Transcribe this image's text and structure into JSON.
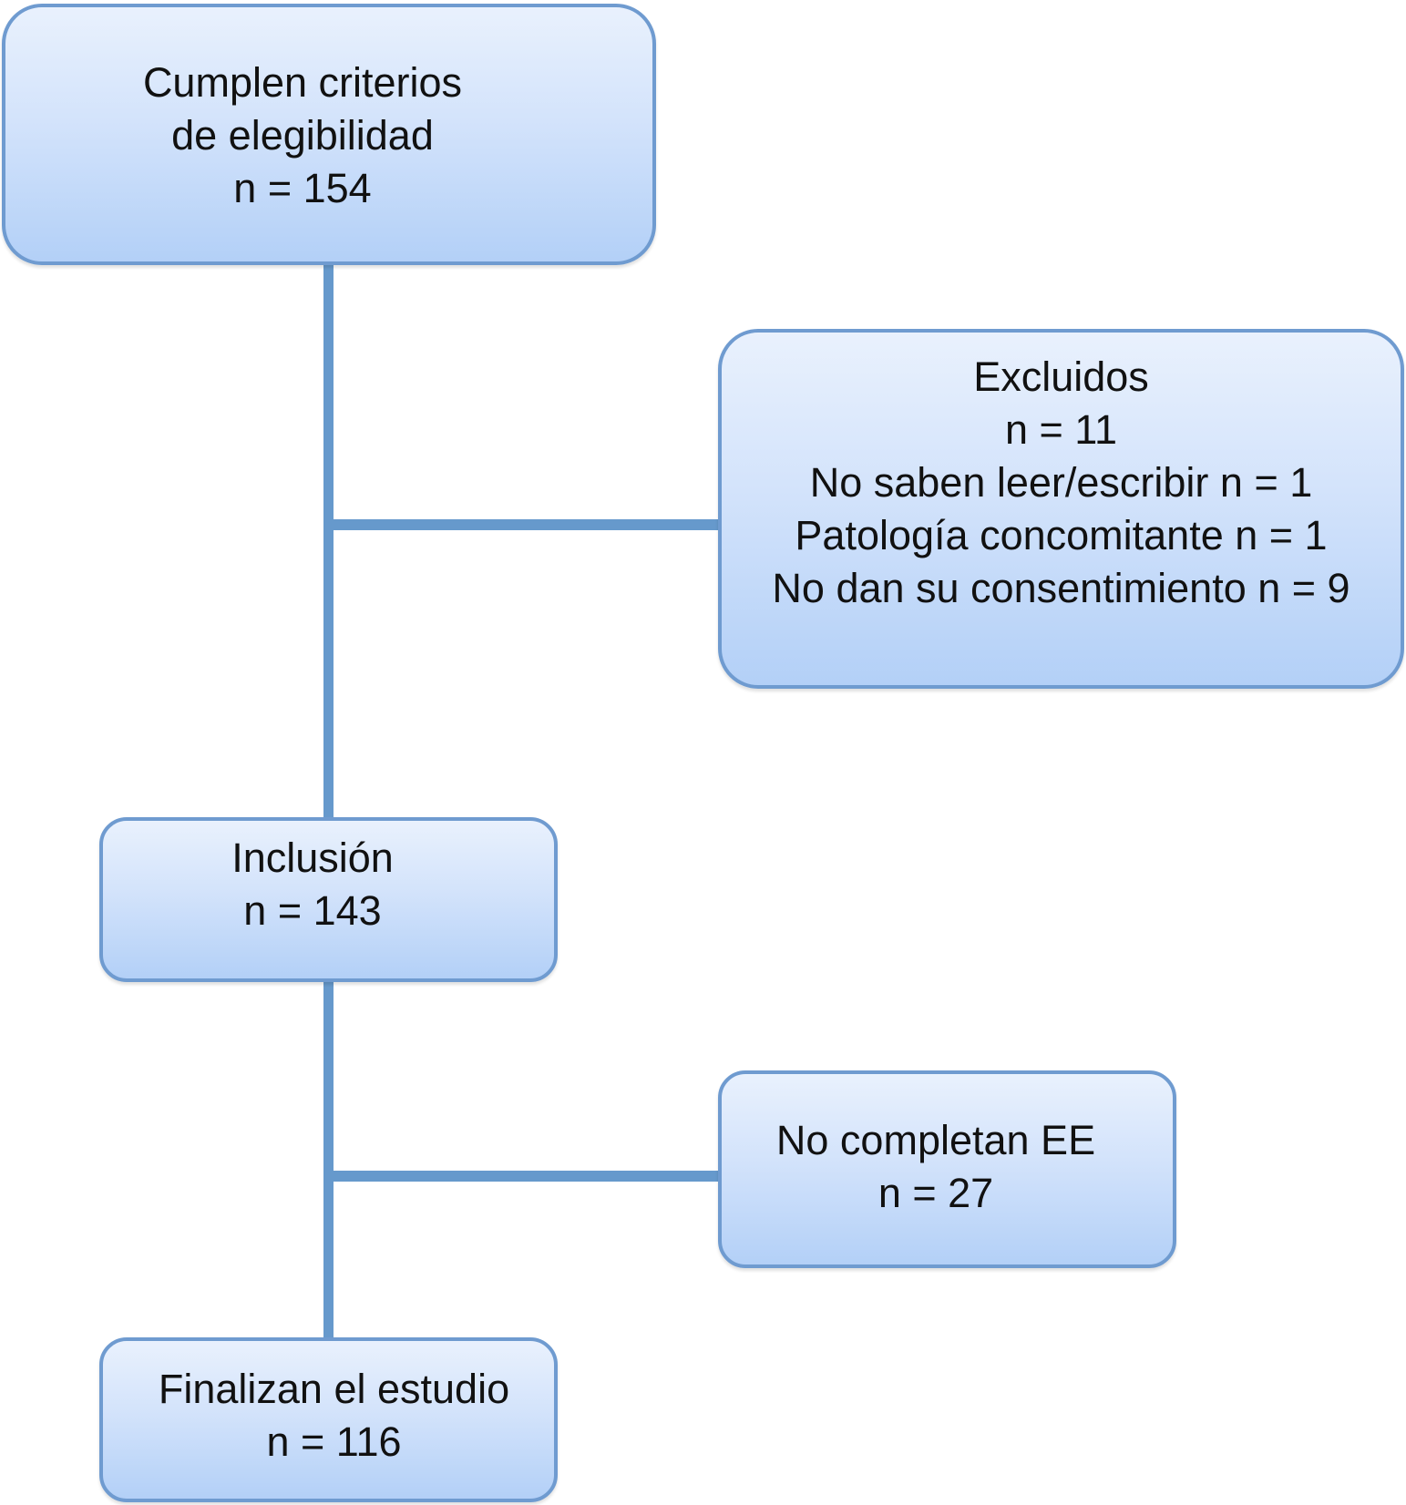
{
  "flowchart": {
    "eligible": {
      "lines": [
        "Cumplen criterios",
        "de elegibilidad",
        "n = 154"
      ]
    },
    "excluded": {
      "lines": [
        "Excluidos",
        "n = 11",
        "No saben leer/escribir n = 1",
        "Patología concomitante n = 1",
        "No dan su consentimiento n = 9"
      ]
    },
    "inclusion": {
      "lines": [
        "Inclusión",
        "n = 143"
      ]
    },
    "not_completed": {
      "lines": [
        "No completan EE",
        "n = 27"
      ]
    },
    "finished": {
      "lines": [
        "Finalizan el estudio",
        "n = 116"
      ]
    }
  },
  "colors": {
    "connector": "#6699cc",
    "box_border": "#6f9bd0",
    "box_top": "#e9f1fd",
    "box_bottom": "#b3d0f7"
  }
}
